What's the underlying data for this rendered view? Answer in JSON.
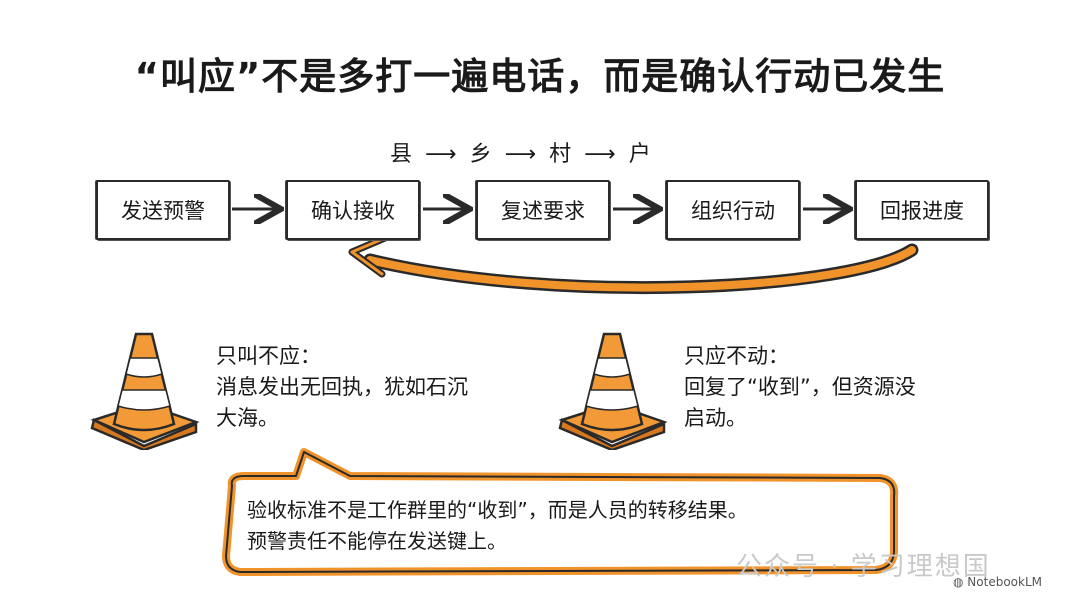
{
  "title": "“叫应”不是多打一遍电话，而是确认行动已发生",
  "chain": {
    "levels": [
      "县",
      "乡",
      "村",
      "户"
    ],
    "arrow_glyph": "⟶"
  },
  "flow": {
    "steps": [
      "发送预警",
      "确认接收",
      "复述要求",
      "组织行动",
      "回报进度"
    ],
    "loop_color": "#f0932b"
  },
  "warnings": [
    {
      "icon": "traffic-cone-icon",
      "heading": "只叫不应：",
      "lines": [
        "消息发出无回执，犹如石沉",
        "大海。"
      ]
    },
    {
      "icon": "traffic-cone-icon",
      "heading": "只应不动：",
      "lines": [
        "回复了“收到”，但资源没",
        "启动。"
      ]
    }
  ],
  "callout": {
    "lines": [
      "验收标准不是工作群里的“收到”，而是人员的转移结果。",
      "预警责任不能停在发送键上。"
    ],
    "border_color": "#f0932b"
  },
  "watermark": {
    "text": "公众号 · 学习理想国",
    "brand": "NotebookLM"
  }
}
